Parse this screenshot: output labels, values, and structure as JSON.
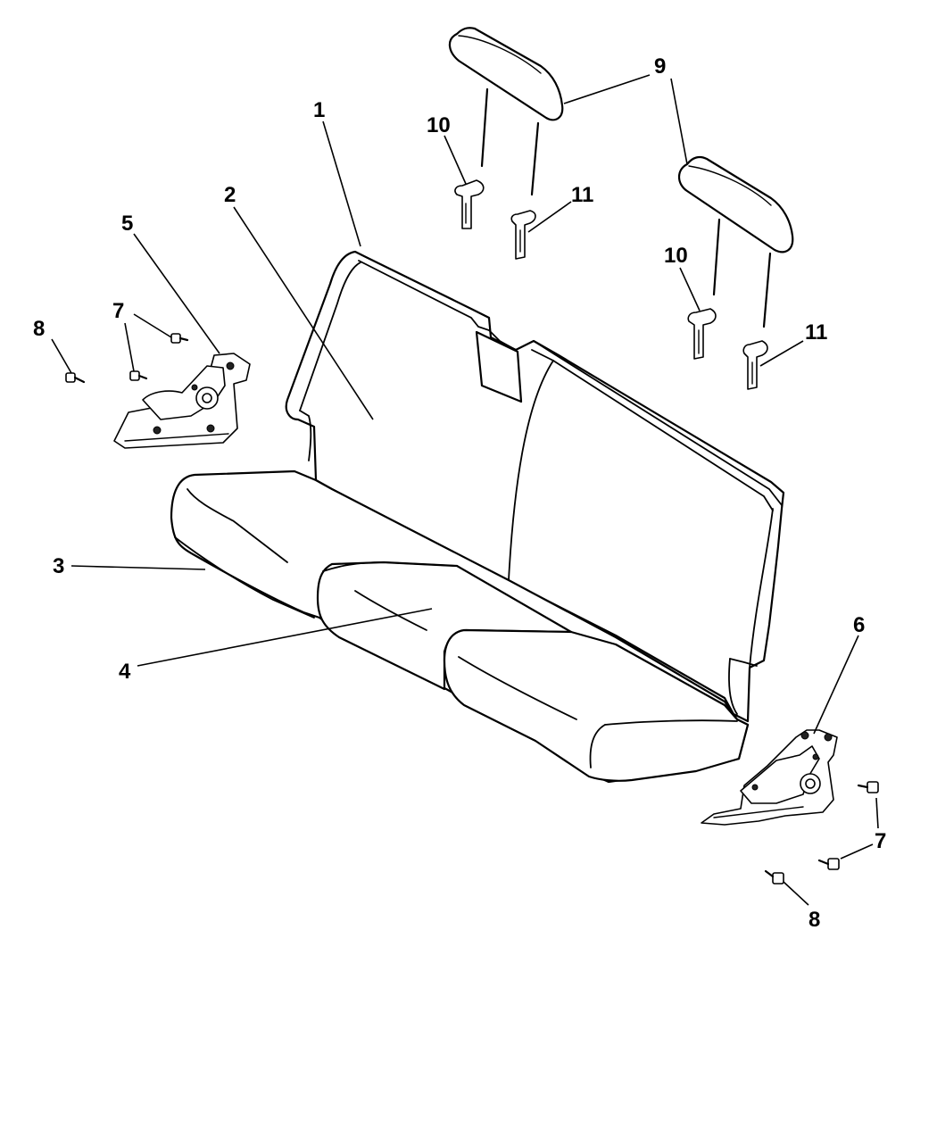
{
  "callouts": {
    "c1": "1",
    "c2": "2",
    "c3": "3",
    "c4": "4",
    "c5": "5",
    "c6": "6",
    "c7_left": "7",
    "c7_right": "7",
    "c8_left": "8",
    "c8_right": "8",
    "c9_left": "9",
    "c9_right": "9",
    "c10_left": "10",
    "c10_right": "10",
    "c11_left": "11",
    "c11_right": "11"
  }
}
